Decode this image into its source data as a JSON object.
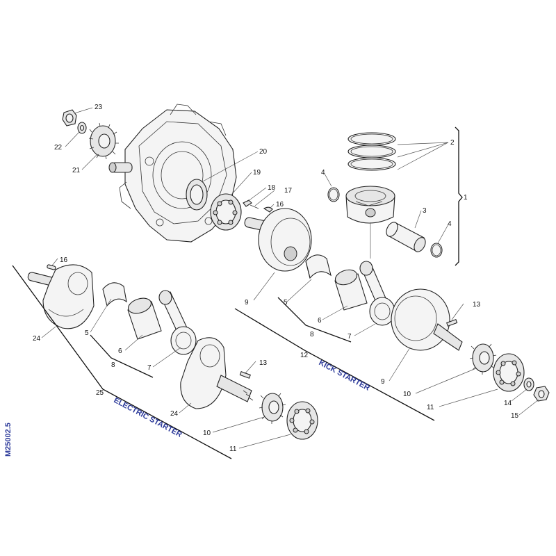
{
  "figure": {
    "drawing_code": "M25002.5",
    "colors": {
      "line": "#222222",
      "fill": "#f4f4f4",
      "label_blue": "#2c3a9a"
    },
    "group_labels": {
      "kick_starter": "KICK STARTER",
      "electric_starter": "ELECTRIC STARTER"
    },
    "callouts": {
      "n1": "1",
      "n2": "2",
      "n3": "3",
      "n4a": "4",
      "n4b": "4",
      "n5a": "5",
      "n5b": "5",
      "n6a": "6",
      "n6b": "6",
      "n7a": "7",
      "n7b": "7",
      "n8a": "8",
      "n8b": "8",
      "n9a": "9",
      "n9b": "9",
      "n10a": "10",
      "n10b": "10",
      "n11a": "11",
      "n11b": "11",
      "n12": "12",
      "n13a": "13",
      "n13b": "13",
      "n14": "14",
      "n15": "15",
      "n16a": "16",
      "n16b": "16",
      "n17": "17",
      "n18": "18",
      "n19": "19",
      "n20": "20",
      "n21": "21",
      "n22": "22",
      "n23": "23",
      "n24a": "24",
      "n24b": "24",
      "n25": "25"
    }
  }
}
